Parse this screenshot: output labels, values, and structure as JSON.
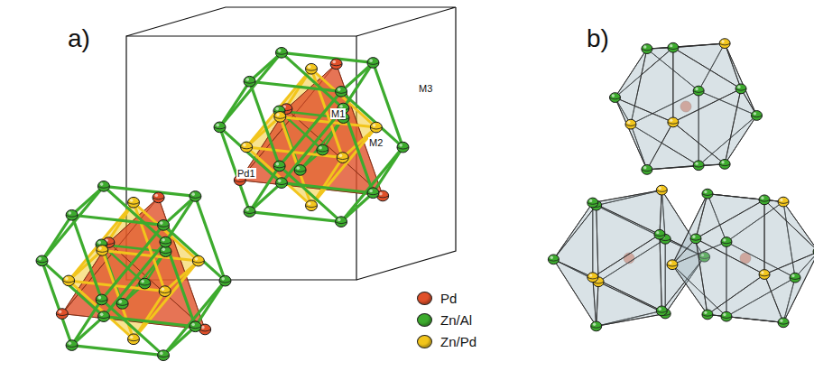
{
  "diagram": {
    "labels": [
      "a)",
      "b)",
      "M1",
      "M2",
      "M3",
      "Pd1"
    ],
    "legend": [
      {
        "text": "Pd",
        "color": "#e0502a"
      },
      {
        "text": "Zn/Al",
        "color": "#3dab2e"
      },
      {
        "text": "Zn/Pd",
        "color": "#f2c51c"
      }
    ]
  }
}
